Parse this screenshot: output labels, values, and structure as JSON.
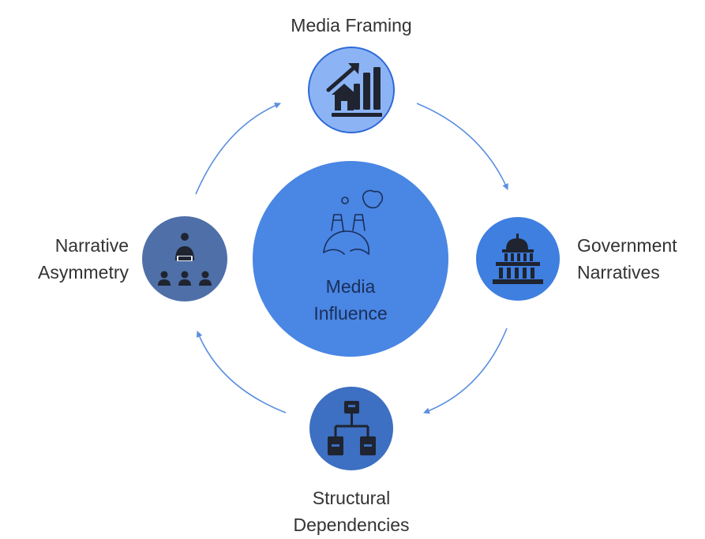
{
  "diagram": {
    "center": {
      "title_line1": "Media",
      "title_line2": "Influence",
      "icon": "factory-smoke-icon"
    },
    "nodes": [
      {
        "id": "top",
        "line1": "Media Framing",
        "line2": "",
        "icon": "chart-house-icon",
        "color": "#8cb4f5"
      },
      {
        "id": "right",
        "line1": "Government",
        "line2": "Narratives",
        "icon": "capitol-building-icon",
        "color": "#3e7fe0"
      },
      {
        "id": "bottom",
        "line1": "Structural",
        "line2": "Dependencies",
        "icon": "hierarchy-icon",
        "color": "#3d6fc2"
      },
      {
        "id": "left",
        "line1": "Narrative",
        "line2": "Asymmetry",
        "icon": "speaker-audience-icon",
        "color": "#4f6fa8"
      }
    ],
    "colors": {
      "center_fill": "#4a86e3",
      "arrow": "#5b8fe0",
      "icon_dark": "#1f2430",
      "label_text": "#333333"
    }
  }
}
